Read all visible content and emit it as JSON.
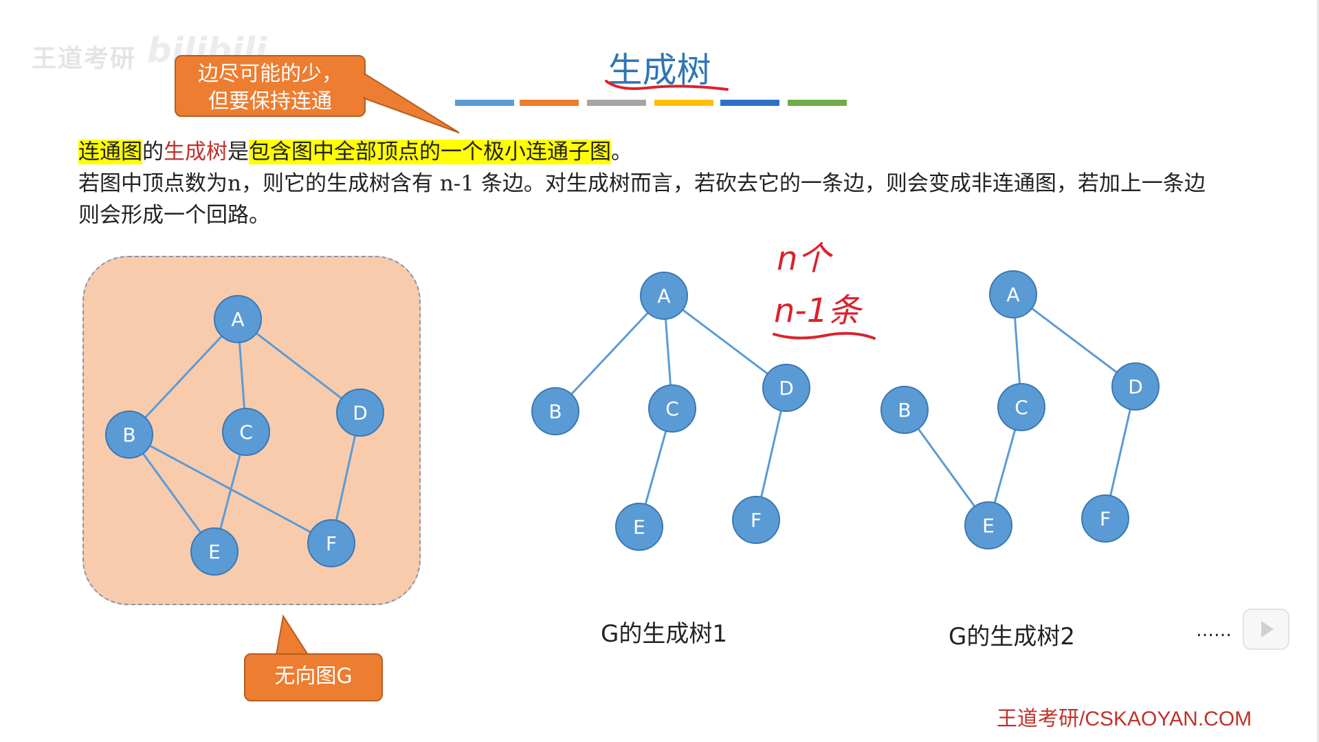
{
  "logo": {
    "text": "王道考研",
    "brand": "bilibili"
  },
  "title": "生成树",
  "color_bars": [
    "#5b9bd5",
    "#ed7d31",
    "#a5a5a5",
    "#ffc000",
    "#2f6fc8",
    "#70ad47"
  ],
  "callout_top": {
    "line1": "边尽可能的少，",
    "line2": "但要保持连通"
  },
  "definition": {
    "part1": "连通图",
    "part2": "的",
    "part3": "生成树",
    "part4": "是",
    "part5": "包含图中全部顶点的一个极小连通子图",
    "part6": "。"
  },
  "explanation": "若图中顶点数为n，则它的生成树含有 n-1 条边。对生成树而言，若砍去它的一条边，则会变成非连通图，若加上一条边则会形成一个回路。",
  "handwriting": {
    "line1": "n个",
    "line2": "n-1条"
  },
  "graphs": {
    "G": {
      "vertices": [
        "A",
        "B",
        "C",
        "D",
        "E",
        "F"
      ],
      "edges": [
        [
          "A",
          "B"
        ],
        [
          "A",
          "C"
        ],
        [
          "A",
          "D"
        ],
        [
          "B",
          "E"
        ],
        [
          "B",
          "F"
        ],
        [
          "C",
          "E"
        ],
        [
          "D",
          "F"
        ]
      ]
    },
    "tree1": {
      "vertices": [
        "A",
        "B",
        "C",
        "D",
        "E",
        "F"
      ],
      "edges": [
        [
          "A",
          "B"
        ],
        [
          "A",
          "C"
        ],
        [
          "A",
          "D"
        ],
        [
          "C",
          "E"
        ],
        [
          "D",
          "F"
        ]
      ]
    },
    "tree2": {
      "vertices": [
        "A",
        "B",
        "C",
        "D",
        "E",
        "F"
      ],
      "edges": [
        [
          "A",
          "C"
        ],
        [
          "A",
          "D"
        ],
        [
          "B",
          "E"
        ],
        [
          "C",
          "E"
        ],
        [
          "D",
          "F"
        ]
      ]
    }
  },
  "callout_bottom": "无向图G",
  "caption1": "G的生成树1",
  "caption2": "G的生成树2",
  "ellipsis": "……",
  "watermark": "王道考研/CSKAOYAN.COM",
  "colors": {
    "node_fill": "#5b9bd5",
    "node_stroke": "#3a78b5",
    "edge": "#5b9bd5",
    "callout": "#ed7d31",
    "highlight": "#ffff00",
    "graph_bg": "#f8cbad",
    "title": "#2e75b6",
    "handwriting": "#d9232d"
  }
}
